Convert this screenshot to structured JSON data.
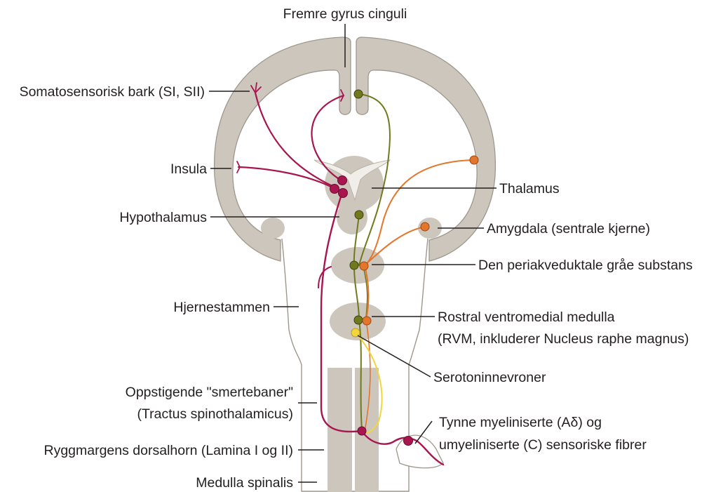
{
  "labels": {
    "cingulate": "Fremre gyrus cinguli",
    "somatosensory": "Somatosensorisk bark (SI, SII)",
    "insula": "Insula",
    "thalamus": "Thalamus",
    "hypothalamus": "Hypothalamus",
    "amygdala": "Amygdala (sentrale kjerne)",
    "pag": "Den periakveduktale gråe substans",
    "brainstem": "Hjernestammen",
    "rvm_line1": "Rostral ventromedial medulla",
    "rvm_line2": "(RVM, inkluderer Nucleus raphe magnus)",
    "serotonin": "Serotoninnevroner",
    "ascending_line1": "Oppstigende \"smertebaner\"",
    "ascending_line2": "(Tractus spinothalamicus)",
    "fibers_line1": "Tynne myeliniserte (Aδ) og",
    "fibers_line2": "umyeliniserte (C) sensoriske fibrer",
    "dorsal_horn": "Ryggmargens dorsalhorn (Lamina I og II)",
    "spinal_cord": "Medulla spinalis"
  },
  "colors": {
    "tissue": "#cdc6bc",
    "outline": "#9e978e",
    "ascending_pathway": "#a8154f",
    "descending_pathway": "#707a1c",
    "amygdala_pathway": "#e3762b",
    "serotonin_pathway": "#f2d53a",
    "text": "#231f20"
  }
}
